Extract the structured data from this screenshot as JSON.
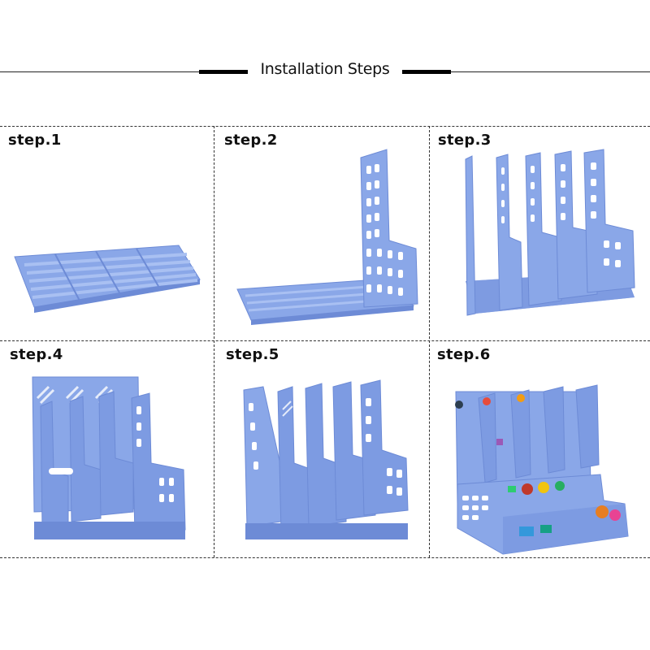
{
  "header": {
    "title": "Installation Steps"
  },
  "steps": [
    {
      "label": "step.1",
      "stage": "flat base panel"
    },
    {
      "label": "step.2",
      "stage": "one divider raised"
    },
    {
      "label": "step.3",
      "stage": "all dividers raised"
    },
    {
      "label": "step.4",
      "stage": "back wall attached"
    },
    {
      "label": "step.5",
      "stage": "side walls attached"
    },
    {
      "label": "step.6",
      "stage": "front tray with stickers"
    }
  ],
  "colors": {
    "plastic": "#8aa7e8",
    "plastic_dark": "#6d8bd6",
    "plastic_light": "#a9c0f2",
    "lines": "#222222"
  }
}
